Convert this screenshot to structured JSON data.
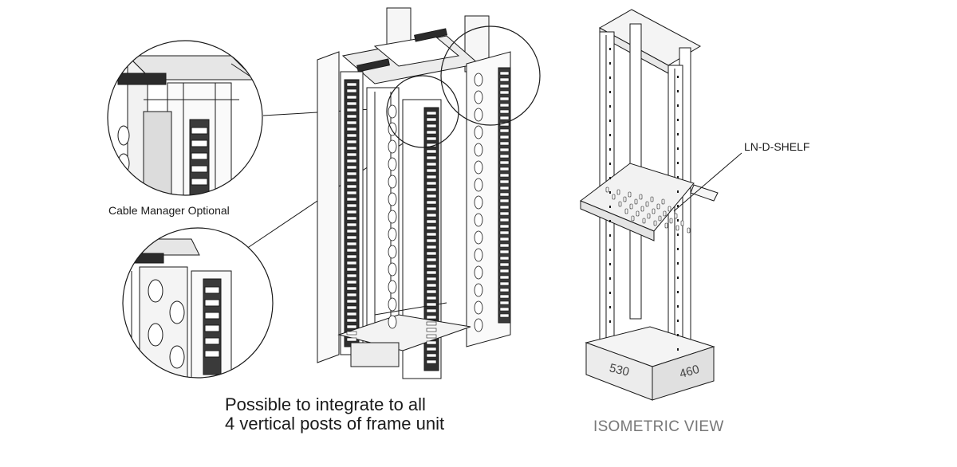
{
  "labels": {
    "cable_manager": "Cable Manager Optional",
    "shelf": "LN-D-SHELF",
    "integrate_line1": "Possible to integrate to all",
    "integrate_line2": "4 vertical posts of frame unit",
    "isometric": "ISOMETRIC VIEW"
  },
  "dimensions": {
    "depth": "530",
    "width": "460"
  },
  "colors": {
    "line": "#1a1a1a",
    "shade": "#cfcfcf",
    "dark": "#2b2b2b",
    "caption_gray": "#777777"
  }
}
